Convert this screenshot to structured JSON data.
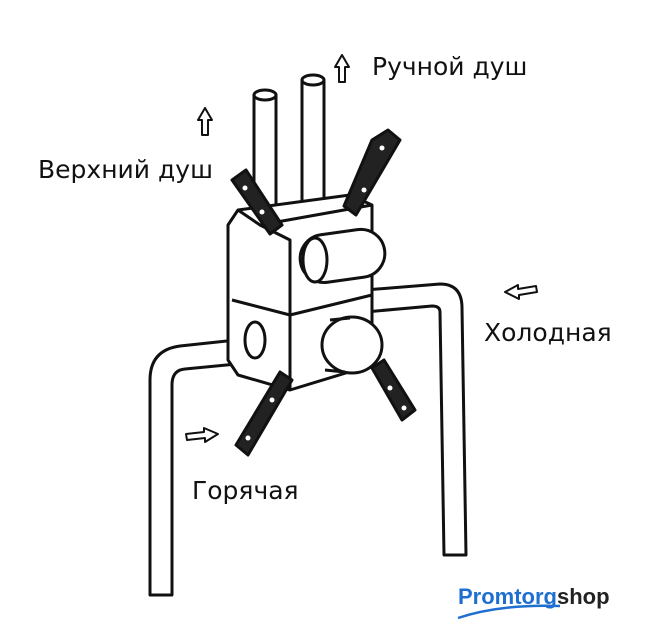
{
  "labels": {
    "hand_shower": "Ручной душ",
    "top_shower": "Верхний душ",
    "cold": "Холодная",
    "hot": "Горячая"
  },
  "logo": {
    "part1": "Promtorg",
    "part2": "shop",
    "colors": {
      "primary": "#1f6fd1",
      "secondary": "#222222"
    }
  }
}
